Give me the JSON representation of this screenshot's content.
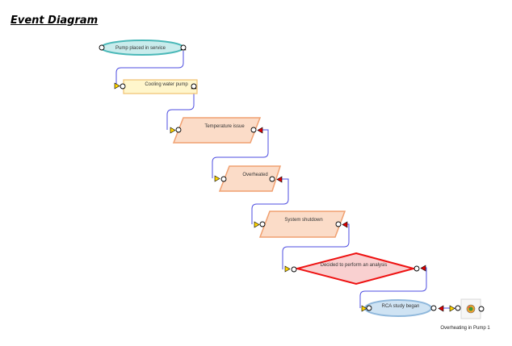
{
  "title": "Event Diagram",
  "nodes": [
    {
      "id": "n1",
      "label": "Pump placed in service",
      "shape": "ellipse"
    },
    {
      "id": "n2",
      "label": "Cooling water pump",
      "shape": "rectangle"
    },
    {
      "id": "n3",
      "label": "Temperature issue",
      "shape": "parallelogram"
    },
    {
      "id": "n4",
      "label": "Overheated",
      "shape": "parallelogram"
    },
    {
      "id": "n5",
      "label": "System shutdown",
      "shape": "parallelogram"
    },
    {
      "id": "n6",
      "label": "Decided to perform an analysis",
      "shape": "diamond"
    },
    {
      "id": "n7",
      "label": "RCA study began",
      "shape": "ellipse"
    }
  ],
  "end_node": {
    "label": "Overheating in Pump 1",
    "icon": "analysis-icon"
  },
  "colors": {
    "edge": "#4d4de0",
    "ellipse_fill": "#c9ecec",
    "ellipse_stroke": "#4ab8b8",
    "rect_fill": "#fff6cc",
    "rect_stroke": "#f0c070",
    "para_fill": "#fbdcc8",
    "para_stroke": "#f0a070",
    "diamond_fill": "#f9d0d0",
    "diamond_stroke": "#ee1111",
    "oval_blue_fill": "#cfe3f3",
    "oval_blue_stroke": "#8fb8dc"
  }
}
